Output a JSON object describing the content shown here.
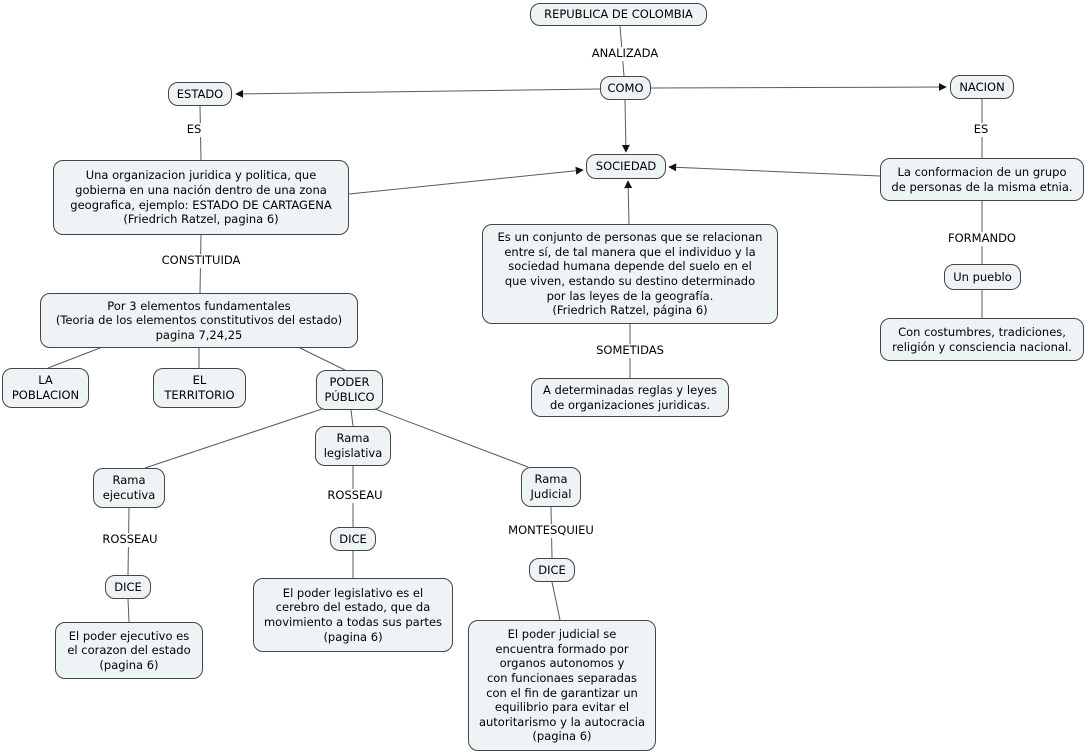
{
  "nodes": {
    "republica": "REPUBLICA DE COLOMBIA",
    "como": "COMO",
    "estado": "ESTADO",
    "nacion": "NACION",
    "sociedad": "SOCIEDAD",
    "estado_def": "Una organizacion juridica y politica, que\ngobierna en una nación dentro de una zona\ngeografica, ejemplo: ESTADO DE CARTAGENA\n(Friedrich Ratzel, pagina 6)",
    "nacion_def": "La conformacion de un grupo\nde personas de la misma etnia.",
    "sociedad_def": "Es un conjunto de personas que se relacionan\nentre sí, de tal manera que el individuo y la\nsociedad humana depende del suelo en el\nque viven, estando su destino determinado\npor las leyes de la geografía.\n(Friedrich Ratzel, página 6)",
    "un_pueblo": "Un pueblo",
    "costumbres": "Con costumbres, tradiciones,\nreligión y consciencia nacional.",
    "elementos": "Por 3 elementos fundamentales\n(Teoria de los elementos constitutivos del estado)\npagina 7,24,25",
    "reglas": "A determinadas reglas y leyes\nde organizaciones juridicas.",
    "la_poblacion": "LA\nPOBLACION",
    "el_territorio": "EL\nTERRITORIO",
    "poder_publico": "PODER\nPÚBLICO",
    "rama_legislativa": "Rama\nlegislativa",
    "rama_ejecutiva": "Rama\nejecutiva",
    "rama_judicial": "Rama\nJudicial",
    "dice_ejecutiva": "DICE",
    "dice_legislativa": "DICE",
    "dice_judicial": "DICE",
    "ejecutivo_def": "El poder ejecutivo es\nel corazon del estado\n(pagina 6)",
    "legislativo_def": "El poder legislativo es el\ncerebro del estado, que da\nmovimiento a todas sus partes\n(pagina 6)",
    "judicial_def": "El poder judicial se\nencuentra formado por\norganos autonomos y\ncon funcionaes separadas\ncon el fin de garantizar un\nequilibrio para evitar el\nautoritarismo y la autocracia\n(pagina 6)"
  },
  "link_labels": {
    "analizada": "ANALIZADA",
    "es_estado": "ES",
    "es_nacion": "ES",
    "constituida": "CONSTITUIDA",
    "formando": "FORMANDO",
    "sometidas": "SOMETIDAS",
    "rosseau_ejecutiva": "ROSSEAU",
    "rosseau_legislativa": "ROSSEAU",
    "montesquieu": "MONTESQUIEU"
  },
  "colors": {
    "node_fill": "#eef4f5",
    "node_border": "#444444",
    "line": "#5a5a5a"
  }
}
